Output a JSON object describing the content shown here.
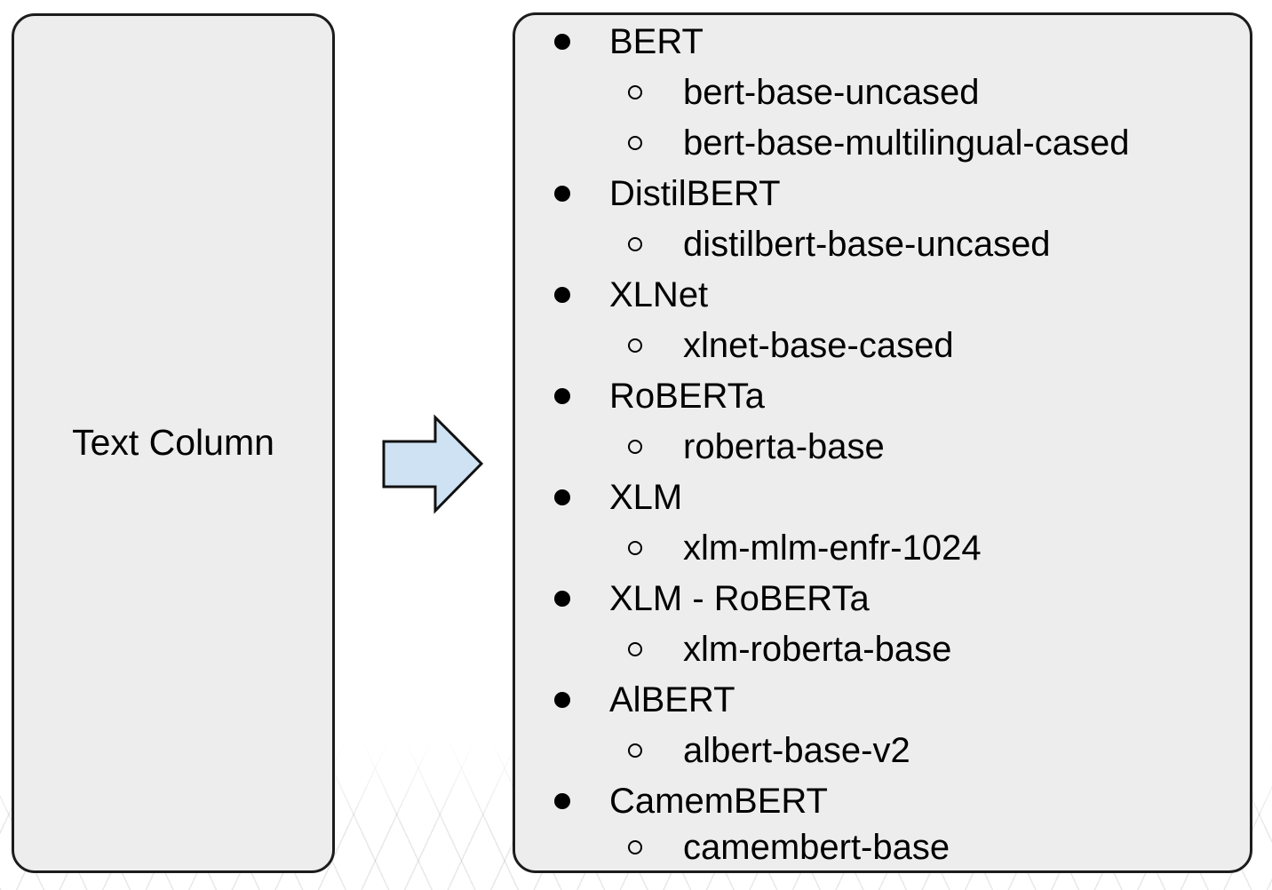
{
  "diagram": {
    "source_box": {
      "label": "Text Column"
    },
    "arrow": {
      "fill": "#cfe2f3",
      "stroke": "#111111"
    },
    "models_box": {
      "items": [
        {
          "label": "BERT",
          "children": [
            "bert-base-uncased",
            "bert-base-multilingual-cased"
          ]
        },
        {
          "label": "DistilBERT",
          "children": [
            "distilbert-base-uncased"
          ]
        },
        {
          "label": "XLNet",
          "children": [
            "xlnet-base-cased"
          ]
        },
        {
          "label": "RoBERTa",
          "children": [
            "roberta-base"
          ]
        },
        {
          "label": "XLM",
          "children": [
            "xlm-mlm-enfr-1024"
          ]
        },
        {
          "label": "XLM - RoBERTa",
          "children": [
            "xlm-roberta-base"
          ]
        },
        {
          "label": "AlBERT",
          "children": [
            "albert-base-v2"
          ]
        },
        {
          "label": "CamemBERT",
          "children": [
            "camembert-base"
          ]
        }
      ]
    },
    "colors": {
      "box_fill": "#ededed",
      "box_border": "#1c1c1c",
      "background": "#ffffff"
    }
  }
}
